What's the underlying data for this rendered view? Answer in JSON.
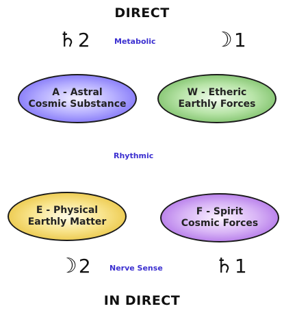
{
  "headings": {
    "top": "DIRECT",
    "bottom": "IN DIRECT"
  },
  "symbols": {
    "top_left": {
      "glyph": "♄",
      "number": "2",
      "icon": "saturn-icon"
    },
    "top_right": {
      "glyph": "☽",
      "number": "1",
      "icon": "moon-icon"
    },
    "bottom_left": {
      "glyph": "☽",
      "number": "2",
      "icon": "moon-icon"
    },
    "bottom_right": {
      "glyph": "♄",
      "number": "1",
      "icon": "saturn-icon"
    }
  },
  "labels": {
    "metabolic": "Metabolic",
    "rhythmic": "Rhythmic",
    "nerve_sense": "Nerve Sense"
  },
  "ellipses": {
    "astral": {
      "line1": "A - Astral",
      "line2": "Cosmic Substance",
      "color": "#5f4ff2"
    },
    "etheric": {
      "line1": "W  -  Etheric",
      "line2": "Earthly Forces",
      "color": "#5aab44"
    },
    "physical": {
      "line1": "E - Physical",
      "line2": "Earthly Matter",
      "color": "#e2b51d"
    },
    "spirit": {
      "line1": "F - Spirit",
      "line2": "Cosmic Forces",
      "color": "#9b4fe0"
    }
  },
  "colors": {
    "label_text": "#3b2fd0",
    "heading_text": "#111111"
  }
}
